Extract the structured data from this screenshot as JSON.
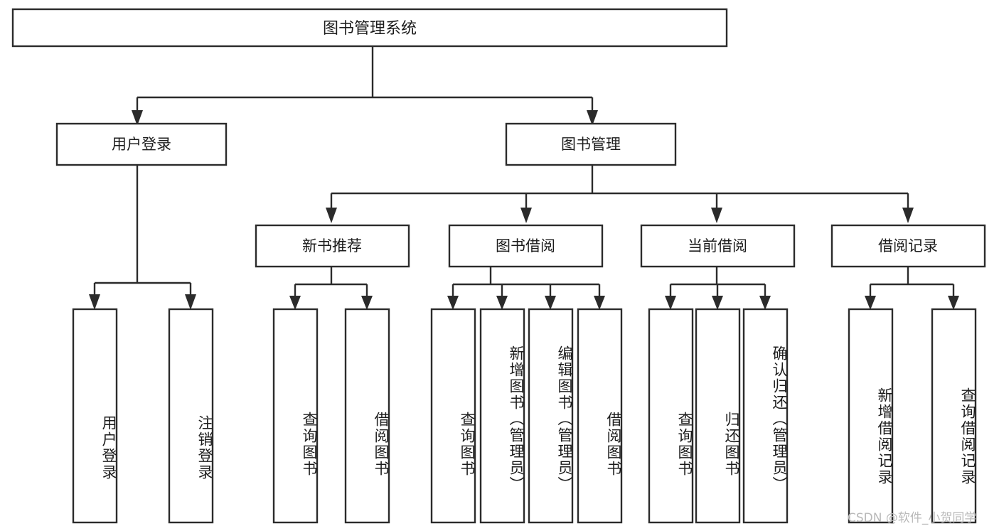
{
  "diagram": {
    "type": "tree-hierarchy-chart",
    "title_node": "图书管理系统",
    "background_color": "#ffffff",
    "line_color": "#2b2b2b",
    "text_color": "#1c1c1c",
    "levels": [
      {
        "level": 1,
        "nodes": [
          {
            "id": "root",
            "label": "图书管理系统",
            "orientation": "horizontal"
          }
        ]
      },
      {
        "level": 2,
        "nodes": [
          {
            "id": "login",
            "label": "用户登录",
            "orientation": "horizontal",
            "parent": "root"
          },
          {
            "id": "bookmgmt",
            "label": "图书管理",
            "orientation": "horizontal",
            "parent": "root"
          }
        ]
      },
      {
        "level": 3,
        "nodes": [
          {
            "id": "newbook",
            "label": "新书推荐",
            "orientation": "horizontal",
            "parent": "bookmgmt"
          },
          {
            "id": "borrow",
            "label": "图书借阅",
            "orientation": "horizontal",
            "parent": "bookmgmt"
          },
          {
            "id": "current",
            "label": "当前借阅",
            "orientation": "horizontal",
            "parent": "bookmgmt"
          },
          {
            "id": "records",
            "label": "借阅记录",
            "orientation": "horizontal",
            "parent": "bookmgmt"
          }
        ]
      },
      {
        "level": 4,
        "nodes": [
          {
            "id": "leaf-1",
            "label": "用户登录",
            "orientation": "vertical",
            "parent": "login"
          },
          {
            "id": "leaf-2",
            "label": "注销登录",
            "orientation": "vertical",
            "parent": "login"
          },
          {
            "id": "leaf-3",
            "label": "查询图书",
            "orientation": "vertical",
            "parent": "newbook"
          },
          {
            "id": "leaf-4",
            "label": "借阅图书",
            "orientation": "vertical",
            "parent": "newbook"
          },
          {
            "id": "leaf-5",
            "label": "查询图书",
            "orientation": "vertical",
            "parent": "borrow"
          },
          {
            "id": "leaf-6",
            "label": "新增图书（管理员）",
            "orientation": "vertical",
            "parent": "borrow"
          },
          {
            "id": "leaf-7",
            "label": "编辑图书（管理员）",
            "orientation": "vertical",
            "parent": "borrow"
          },
          {
            "id": "leaf-8",
            "label": "借阅图书",
            "orientation": "vertical",
            "parent": "borrow"
          },
          {
            "id": "leaf-9",
            "label": "查询图书",
            "orientation": "vertical",
            "parent": "current"
          },
          {
            "id": "leaf-10",
            "label": "归还图书",
            "orientation": "vertical",
            "parent": "current"
          },
          {
            "id": "leaf-11",
            "label": "确认归还（管理员）",
            "orientation": "vertical",
            "parent": "current"
          },
          {
            "id": "leaf-12",
            "label": "新增借阅记录",
            "orientation": "vertical",
            "parent": "records"
          },
          {
            "id": "leaf-13",
            "label": "查询借阅记录",
            "orientation": "vertical",
            "parent": "records"
          }
        ]
      }
    ]
  },
  "watermark": {
    "text": "CSDN @软件_小贺同学"
  }
}
